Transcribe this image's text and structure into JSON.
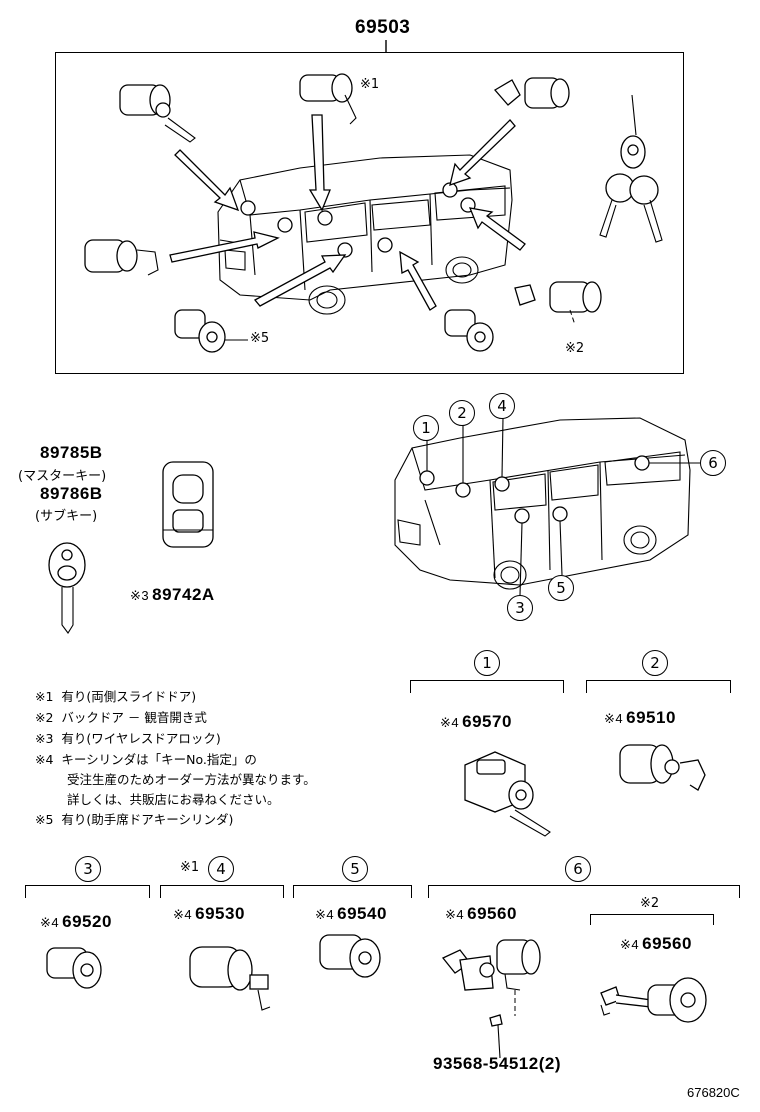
{
  "top_set_number": "69503",
  "top_box_marks": {
    "m1": "※1",
    "m2": "※2",
    "m5": "※5"
  },
  "keys": {
    "master_part": "89785B",
    "master_label": "(マスターキー)",
    "sub_part": "89786B",
    "sub_label": "(サブキー)",
    "remote_mark": "※3",
    "remote_part": "89742A"
  },
  "callouts": [
    "1",
    "2",
    "3",
    "4",
    "5",
    "6"
  ],
  "notes": [
    {
      "mark": "※1",
      "text": "有り(両側スライドドア)"
    },
    {
      "mark": "※2",
      "text": "バックドア － 観音開き式"
    },
    {
      "mark": "※3",
      "text": "有り(ワイヤレスドアロック)"
    },
    {
      "mark": "※4",
      "text": "キーシリンダは「キーNo.指定」の"
    },
    {
      "mark": "",
      "text": "受注生産のためオーダー方法が異なります。"
    },
    {
      "mark": "",
      "text": "詳しくは、共販店にお尋ねください。"
    },
    {
      "mark": "※5",
      "text": "有り(助手席ドアキーシリンダ)"
    }
  ],
  "groups": {
    "g1": {
      "circle": "1",
      "mark": "※4",
      "part": "69570"
    },
    "g2": {
      "circle": "2",
      "mark": "※4",
      "part": "69510"
    },
    "g3": {
      "circle": "3",
      "mark": "※4",
      "part": "69520"
    },
    "g4": {
      "circle": "4",
      "circle_mark": "※1",
      "mark": "※4",
      "part": "69530"
    },
    "g5": {
      "circle": "5",
      "mark": "※4",
      "part": "69540"
    },
    "g6": {
      "circle": "6",
      "mark": "※4",
      "part": "69560",
      "sub_mark": "※2",
      "sub_part_mark": "※4",
      "sub_part": "69560"
    }
  },
  "screw_part": "93568-54512(2)",
  "figure_id": "676820C"
}
